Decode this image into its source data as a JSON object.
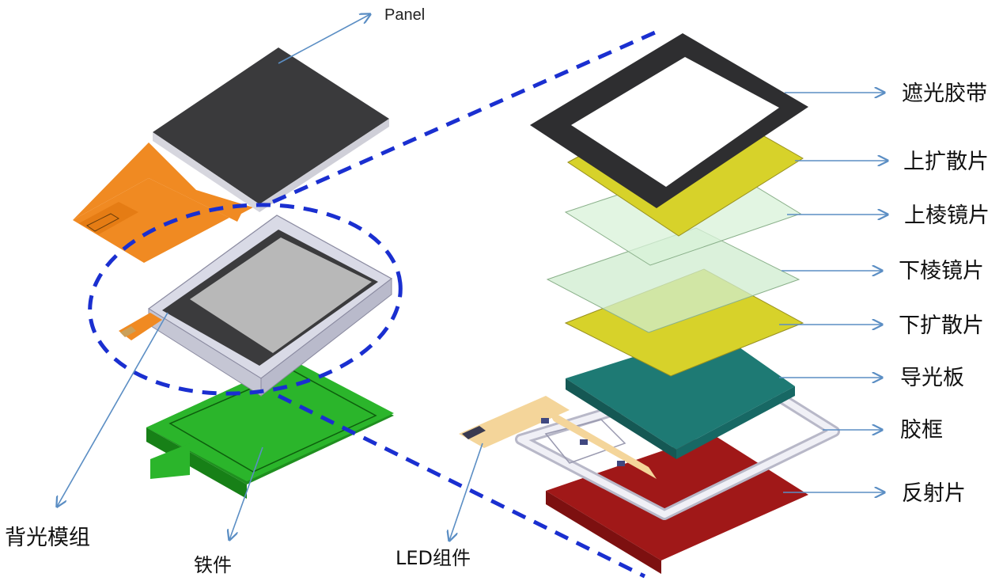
{
  "labels": {
    "panel": "Panel",
    "backlight_module": "背光模组",
    "iron_part": "铁件",
    "led_assembly": "LED组件",
    "shading_tape": "遮光胶带",
    "upper_diffuser": "上扩散片",
    "upper_prism": "上棱镜片",
    "lower_prism": "下棱镜片",
    "lower_diffuser": "下扩散片",
    "light_guide_plate": "导光板",
    "plastic_frame": "胶框",
    "reflector": "反射片"
  },
  "colors": {
    "panel_top": "#3a3a3c",
    "fpc": "#f08a22",
    "frame": "#e4e4ee",
    "iron": "#22aa22",
    "diffuser": "#d7d22a",
    "prism": "#d8f2d8",
    "light_guide": "#1e7a74",
    "reflector": "#a01818",
    "dashed_line": "#1a2fd0",
    "arrow": "#5b8ec4"
  }
}
